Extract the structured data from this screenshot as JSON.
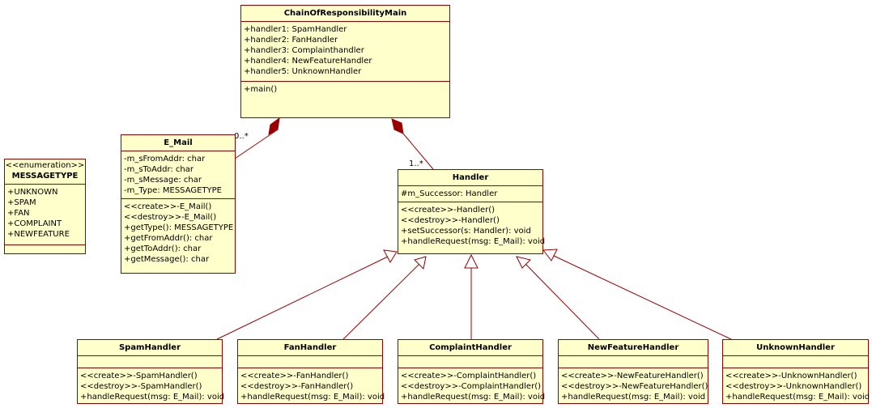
{
  "classes": {
    "main": {
      "name": "ChainOfResponsibilityMain",
      "attributes": [
        "+handler1: SpamHandler",
        "+handler2: FanHandler",
        "+handler3: Complainthandler",
        "+handler4: NewFeatureHandler",
        "+handler5: UnknownHandler"
      ],
      "operations": [
        "+main()"
      ]
    },
    "messagetype": {
      "stereotype": "<<enumeration>>",
      "name": "MESSAGETYPE",
      "literals": [
        "+UNKNOWN",
        "+SPAM",
        "+FAN",
        "+COMPLAINT",
        "+NEWFEATURE"
      ]
    },
    "email": {
      "name": "E_Mail",
      "attributes": [
        "-m_sFromAddr: char",
        "-m_sToAddr: char",
        "-m_sMessage: char",
        "-m_Type: MESSAGETYPE"
      ],
      "operations": [
        "<<create>>-E_Mail()",
        "<<destroy>>-E_Mail()",
        "+getType(): MESSAGETYPE",
        "+getFromAddr(): char",
        "+getToAddr(): char",
        "+getMessage(): char"
      ]
    },
    "handler": {
      "name": "Handler",
      "attributes": [
        "#m_Successor: Handler"
      ],
      "operations": [
        "<<create>>-Handler()",
        "<<destroy>>-Handler()",
        "+setSuccessor(s: Handler): void",
        "+handleRequest(msg: E_Mail): void"
      ]
    },
    "spam": {
      "name": "SpamHandler",
      "operations": [
        "<<create>>-SpamHandler()",
        "<<destroy>>-SpamHandler()",
        "+handleRequest(msg: E_Mail): void"
      ]
    },
    "fan": {
      "name": "FanHandler",
      "operations": [
        "<<create>>-FanHandler()",
        "<<destroy>>-FanHandler()",
        "+handleRequest(msg: E_Mail): void"
      ]
    },
    "complaint": {
      "name": "ComplaintHandler",
      "operations": [
        "<<create>>-ComplaintHandler()",
        "<<destroy>>-ComplaintHandler()",
        "+handleRequest(msg: E_Mail): void"
      ]
    },
    "newfeature": {
      "name": "NewFeatureHandler",
      "operations": [
        "<<create>>-NewFeatureHandler()",
        "<<destroy>>-NewFeatureHandler()",
        "+handleRequest(msg: E_Mail): void"
      ]
    },
    "unknown": {
      "name": "UnknownHandler",
      "operations": [
        "<<create>>-UnknownHandler()",
        "<<destroy>>-UnknownHandler()",
        "+handleRequest(msg: E_Mail): void"
      ]
    }
  },
  "multiplicities": {
    "email_end": "0..*",
    "handler_end": "1..*"
  },
  "colors": {
    "fill": "#ffffcc",
    "border": "#990000",
    "line": "#990000"
  }
}
